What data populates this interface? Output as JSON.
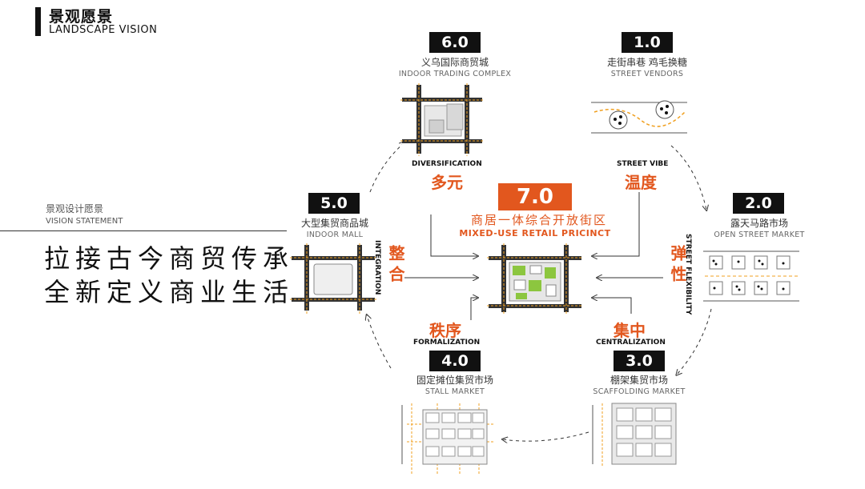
{
  "header": {
    "title_cn": "景观愿景",
    "title_en": "LANDSCAPE VISION"
  },
  "vision": {
    "label_cn": "景观设计愿景",
    "label_en": "VISION STATEMENT",
    "line1": "拉接古今商贸传承",
    "line2": "全新定义商业生活"
  },
  "center": {
    "number": "7.0",
    "name_cn": "商居一体综合开放街区",
    "name_en": "MIXED-USE RETAIL PRICINCT"
  },
  "nodes": {
    "n1": {
      "number": "1.0",
      "name_cn": "走街串巷 鸡毛换糖",
      "name_en": "STREET VENDORS"
    },
    "n2": {
      "number": "2.0",
      "name_cn": "露天马路市场",
      "name_en": "OPEN STREET MARKET"
    },
    "n3": {
      "number": "3.0",
      "name_cn": "棚架集贸市场",
      "name_en": "SCAFFOLDING MARKET"
    },
    "n4": {
      "number": "4.0",
      "name_cn": "固定摊位集贸市场",
      "name_en": "STALL MARKET"
    },
    "n5": {
      "number": "5.0",
      "name_cn": "大型集贸商品城",
      "name_en": "INDOOR MALL"
    },
    "n6": {
      "number": "6.0",
      "name_cn": "义乌国际商贸城",
      "name_en": "INDOOR TRADING COMPLEX"
    }
  },
  "keywords": {
    "street_vibe": {
      "en": "STREET VIBE",
      "cn": "温度"
    },
    "diversification": {
      "en": "DIVERSIFICATION",
      "cn": "多元"
    },
    "integration": {
      "en": "INTEGRATION",
      "cn": "整合"
    },
    "flexibility": {
      "en": "STREET FLEXIBILITY",
      "cn": "弹性"
    },
    "formalization": {
      "en": "FORMALIZATION",
      "cn": "秩序"
    },
    "centralization": {
      "en": "CENTRALIZATION",
      "cn": "集中"
    }
  },
  "colors": {
    "accent": "#e2571e",
    "street": "#f0a020",
    "green": "#8cc63f",
    "dark": "#111111"
  }
}
